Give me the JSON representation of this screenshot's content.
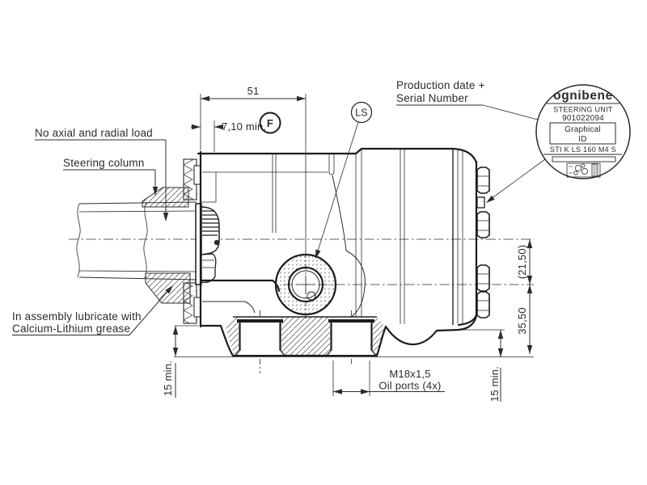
{
  "colors": {
    "ink": "#2b2b2b",
    "background": "#ffffff"
  },
  "annotations": {
    "no_load": "No axial and radial load",
    "steering_column": "Steering column",
    "production_line1": "Production date +",
    "production_line2": "Serial Number",
    "lubricate_line1": "In assembly lubricate with",
    "lubricate_line2": "Calcium-Lithium grease"
  },
  "dimensions": {
    "overall_depth": "51",
    "spline_depth": "7,10 min.",
    "datum": "F",
    "ls_port": "LS",
    "center_to_ls": "(21,50)",
    "ls_to_base": "35,50",
    "clearance_left": "15 min.",
    "clearance_right": "15 min.",
    "oil_port_thread": "M18x1,5",
    "oil_port_count": "Oil ports (4x)"
  },
  "nameplate": {
    "brand": "ognibene",
    "product": "STEERING UNIT",
    "code": "901022094",
    "graphical": "Graphical",
    "id_label": "ID",
    "model": "STI K LS 160 M4 S"
  }
}
